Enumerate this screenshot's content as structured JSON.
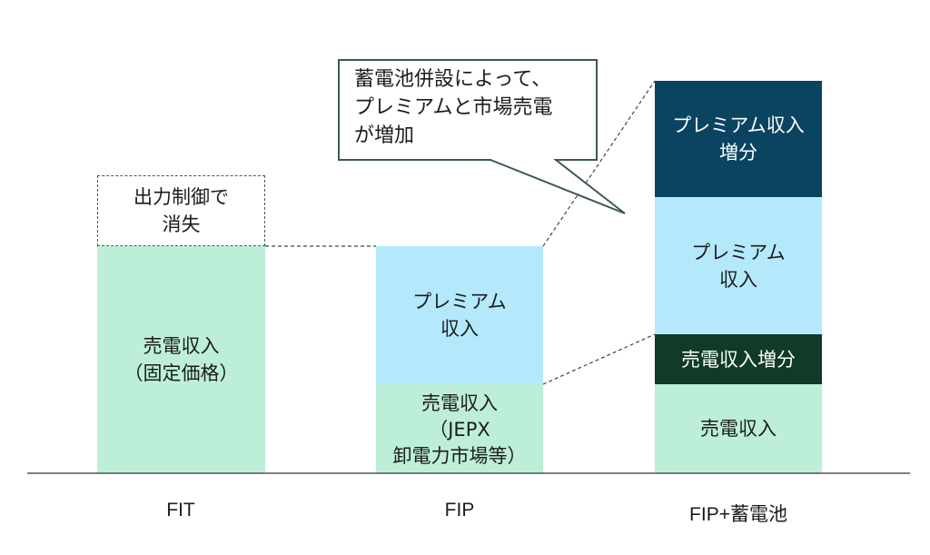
{
  "diagram": {
    "categories": [
      "FIT",
      "FIP",
      "FIP+蓄電池"
    ],
    "bars": [
      {
        "category": "FIT",
        "segments": [
          {
            "label": "売電収入\n（固定価格）",
            "type": "sales",
            "color": "#bdeed8",
            "relative_height": 1.0
          },
          {
            "label": "出力制御で\n消失",
            "type": "lost",
            "style": "dashed-outline",
            "relative_height": 0.31
          }
        ]
      },
      {
        "category": "FIP",
        "segments": [
          {
            "label": "売電収入\n（JEPX\n卸電力市場等）",
            "type": "sales",
            "color": "#bdeed8",
            "relative_height": 0.39
          },
          {
            "label": "プレミアム\n収入",
            "type": "premium",
            "color": "#b3e9fb",
            "relative_height": 0.61
          }
        ]
      },
      {
        "category": "FIP+蓄電池",
        "segments": [
          {
            "label": "売電収入",
            "type": "sales",
            "color": "#bdeed8",
            "relative_height": 0.39
          },
          {
            "label": "売電収入増分",
            "type": "sales-increase",
            "color": "#0f3b28",
            "relative_height": 0.22
          },
          {
            "label": "プレミアム\n収入",
            "type": "premium",
            "color": "#b3e9fb",
            "relative_height": 0.61
          },
          {
            "label": "プレミアム収入\n増分",
            "type": "premium-increase",
            "color": "#0b4461",
            "relative_height": 0.51
          }
        ]
      }
    ],
    "callout": {
      "text": "蓄電池併設によって、\nプレミアムと市場売電\nが増加",
      "border_color": "#3d5a4a"
    },
    "connector_style": "dashed"
  }
}
